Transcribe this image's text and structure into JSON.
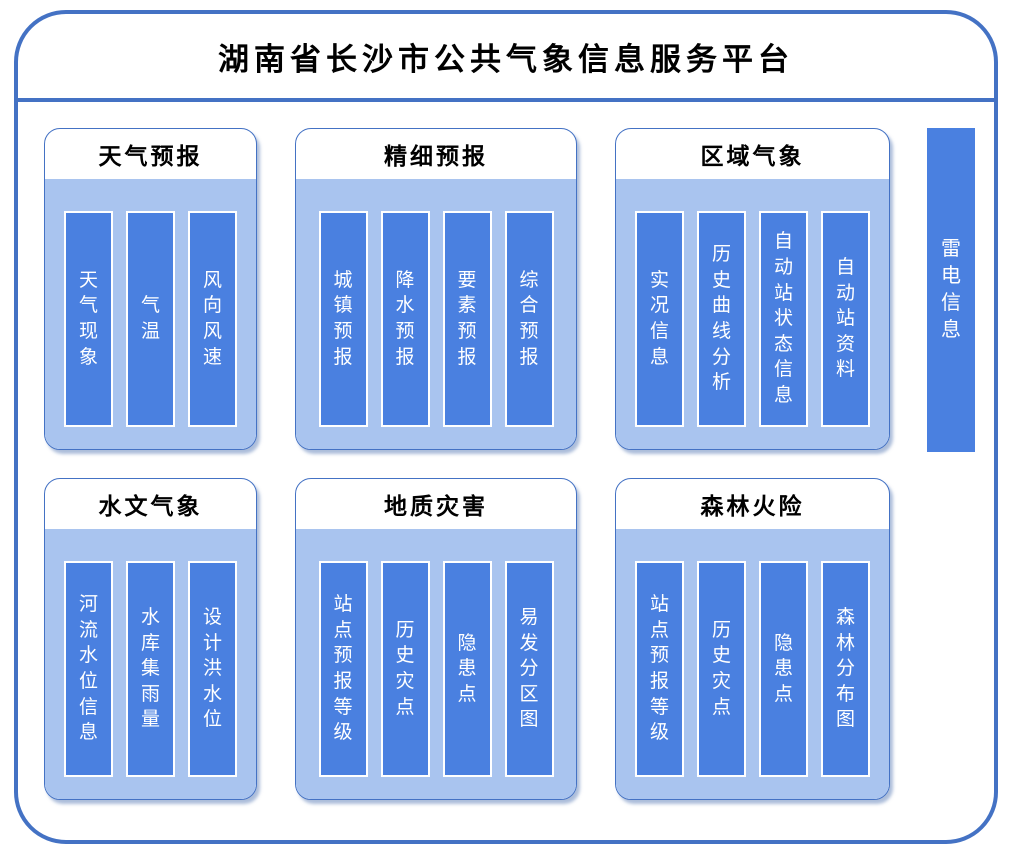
{
  "title": "湖南省长沙市公共气象信息服务平台",
  "panels": [
    {
      "id": "weather-forecast",
      "title": "天气预报",
      "items": [
        "天气现象",
        "气温",
        "风向风速"
      ]
    },
    {
      "id": "fine-forecast",
      "title": "精细预报",
      "items": [
        "城镇预报",
        "降水预报",
        "要素预报",
        "综合预报"
      ]
    },
    {
      "id": "regional-meteorology",
      "title": "区域气象",
      "items": [
        "实况信息",
        "历史曲线分析",
        "自动站状态信息",
        "自动站资料"
      ]
    },
    {
      "id": "hydro-meteorology",
      "title": "水文气象",
      "items": [
        "河流水位信息",
        "水库集雨量",
        "设计洪水位"
      ]
    },
    {
      "id": "geological-disaster",
      "title": "地质灾害",
      "items": [
        "站点预报等级",
        "历史灾点",
        "隐患点",
        "易发分区图"
      ]
    },
    {
      "id": "forest-fire-risk",
      "title": "森林火险",
      "items": [
        "站点预报等级",
        "历史灾点",
        "隐患点",
        "森林分布图"
      ]
    }
  ],
  "sidebar": {
    "id": "lightning-info",
    "label": "雷电信息"
  },
  "colors": {
    "frame_border": "#4472c4",
    "panel_border": "#4472c4",
    "panel_body": "#a9c4ef",
    "bar_fill": "#4a80e0",
    "bar_border": "#ffffff",
    "title_text": "#000000",
    "bar_text": "#ffffff"
  }
}
